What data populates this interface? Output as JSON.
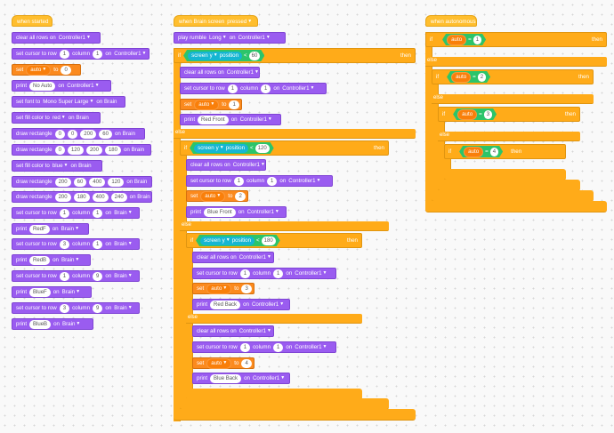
{
  "colors": {
    "looks": "#9a5cf0",
    "control": "#ffab19",
    "variable": "#fb8a1e",
    "operator": "#2cc46a",
    "sensing": "#12a9c4",
    "event": "#ffbe2e"
  },
  "icons": {
    "dropdown": "chevron-down-icon"
  },
  "kw": {
    "clear_all_rows": "clear all rows on",
    "set_cursor": "set cursor to row",
    "column": "column",
    "on": "on",
    "set": "set",
    "to": "to",
    "print": "print",
    "if": "if",
    "then": "then",
    "else": "else",
    "eq": "=",
    "lt": "<"
  },
  "s1": {
    "hat": "when started",
    "controller": "Controller1",
    "brain": "Brain",
    "zero": "0",
    "one": "1",
    "var": "auto",
    "noauto": "No Auto",
    "set_font": "set font to",
    "font": "Mono Super Large",
    "fill1": "set fill color to",
    "red": "red",
    "fill2": "set fill color to",
    "blue": "blue",
    "draw": "draw rectangle",
    "on_brain": "on Brain",
    "r1": [
      "0",
      "0",
      "200",
      "60"
    ],
    "r2": [
      "0",
      "120",
      "200",
      "180"
    ],
    "r3": [
      "200",
      "60",
      "400",
      "120"
    ],
    "r4": [
      "200",
      "180",
      "400",
      "240"
    ],
    "p_redf": "RedF",
    "p_redb": "RedB",
    "p_bluef": "BlueF",
    "p_blueb": "BlueB",
    "n3": "3",
    "n9": "9"
  },
  "s2": {
    "hat": "when Brain screen",
    "pressed": "pressed",
    "play": "play rumble",
    "long": "Long",
    "screen": "screen",
    "y": "y",
    "position": "position",
    "v60": "60",
    "v120": "120",
    "v180": "180",
    "n1": "1",
    "n2": "2",
    "n3": "3",
    "n4": "4",
    "redfront": "Red Front",
    "bluefront": "Blue Front",
    "redback": "Red Back",
    "blueback": "Blue Back"
  },
  "s3": {
    "hat": "when autonomous"
  }
}
